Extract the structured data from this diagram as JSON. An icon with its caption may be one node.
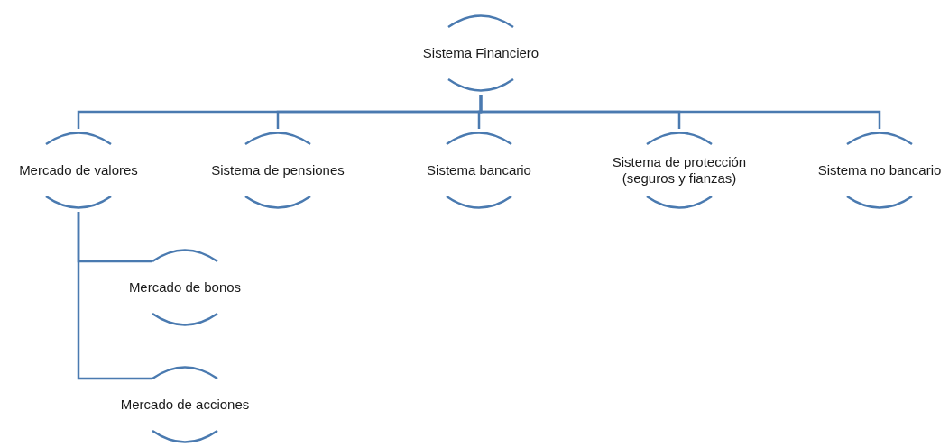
{
  "diagram": {
    "nodes": [
      {
        "text": [
          "Sistema Financiero"
        ]
      },
      {
        "text": [
          "Mercado de valores"
        ]
      },
      {
        "text": [
          "Sistema de pensiones"
        ]
      },
      {
        "text": [
          "Sistema bancario"
        ]
      },
      {
        "text": [
          "Sistema de protección (seguros y fianzas)"
        ]
      },
      {
        "text": [
          "Sistema no bancario"
        ]
      },
      {
        "text": [
          "Mercado de bonos"
        ]
      },
      {
        "text": [
          "Mercado de acciones"
        ]
      }
    ],
    "edges": [
      {
        "from": 0,
        "to": 1,
        "arrow": "none"
      },
      {
        "from": 0,
        "to": 2,
        "arrow": "none"
      },
      {
        "from": 0,
        "to": 3,
        "arrow": "none"
      },
      {
        "from": 0,
        "to": 4,
        "arrow": "none"
      },
      {
        "from": 0,
        "to": 5,
        "arrow": "none"
      },
      {
        "from": 1,
        "to": 6,
        "arrow": "none"
      },
      {
        "from": 1,
        "to": 7,
        "arrow": "none"
      }
    ]
  }
}
